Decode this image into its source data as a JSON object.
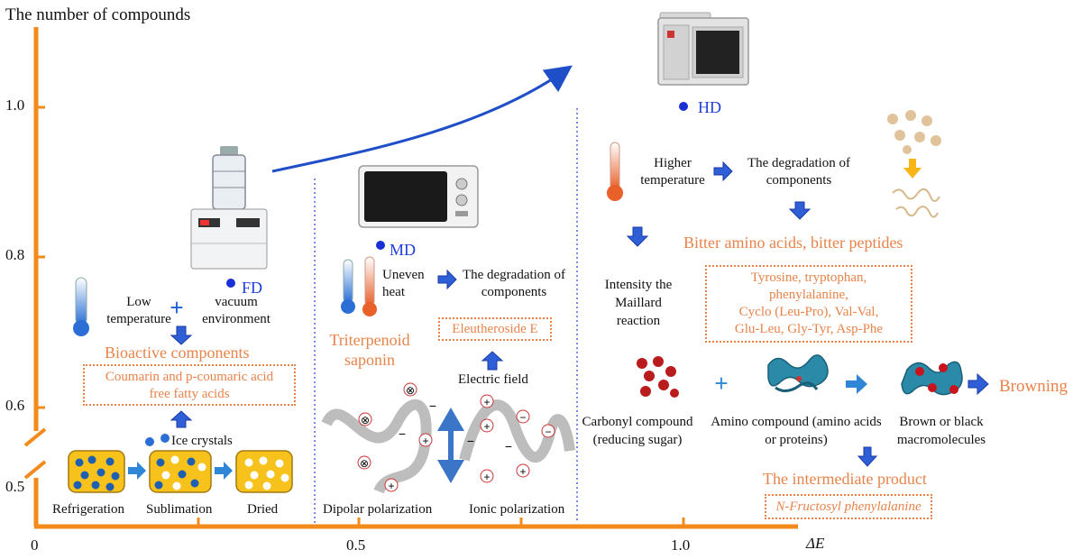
{
  "axes": {
    "y_title": "The number of compounds",
    "x_title": "ΔE",
    "y_ticks": [
      "1.0",
      "0.8",
      "0.6",
      "0.5"
    ],
    "x_ticks": [
      "0",
      "0.5",
      "1.0"
    ]
  },
  "fd": {
    "label": "FD",
    "conditions": [
      "Low temperature",
      "vacuum environment"
    ],
    "plus": "+",
    "result": "Bioactive components",
    "compounds_line1": "Coumarin and p-coumaric acid",
    "compounds_line2": "free fatty acids",
    "ice": "Ice crystals",
    "steps": [
      "Refrigeration",
      "Sublimation",
      "Dried"
    ]
  },
  "md": {
    "label": "MD",
    "cause": "Uneven heat",
    "effect": "The degradation of components",
    "result": "Triterpenoid saponin",
    "compound": "Eleutheroside E",
    "field": "Electric field",
    "mechanisms": [
      "Dipolar polarization",
      "Ionic polarization"
    ]
  },
  "hd": {
    "label": "HD",
    "cause": "Higher temperature",
    "effect": "The degradation of components",
    "result": "Bitter amino acids, bitter peptides",
    "compounds": [
      "Tyrosine, tryptophan,",
      "phenylalanine,",
      "Cyclo (Leu-Pro), Val-Val,",
      "Glu-Leu, Gly-Tyr, Asp-Phe"
    ],
    "maillard": "Intensity the Maillard reaction",
    "carbonyl": "Carbonyl compound (reducing sugar)",
    "amino": "Amino compound (amino acids or proteins)",
    "plus": "+",
    "macro": "Brown or black macromolecules",
    "browning": "Browning",
    "intermediate": "The intermediate product",
    "intermediate_compound": "N-Fructosyl phenylalanine"
  },
  "colors": {
    "axis": "#f28a1c",
    "accent": "#e8834a",
    "arrow": "#2f5fd6",
    "dot": "#1a2fd6",
    "cell": "#f7c21c"
  }
}
